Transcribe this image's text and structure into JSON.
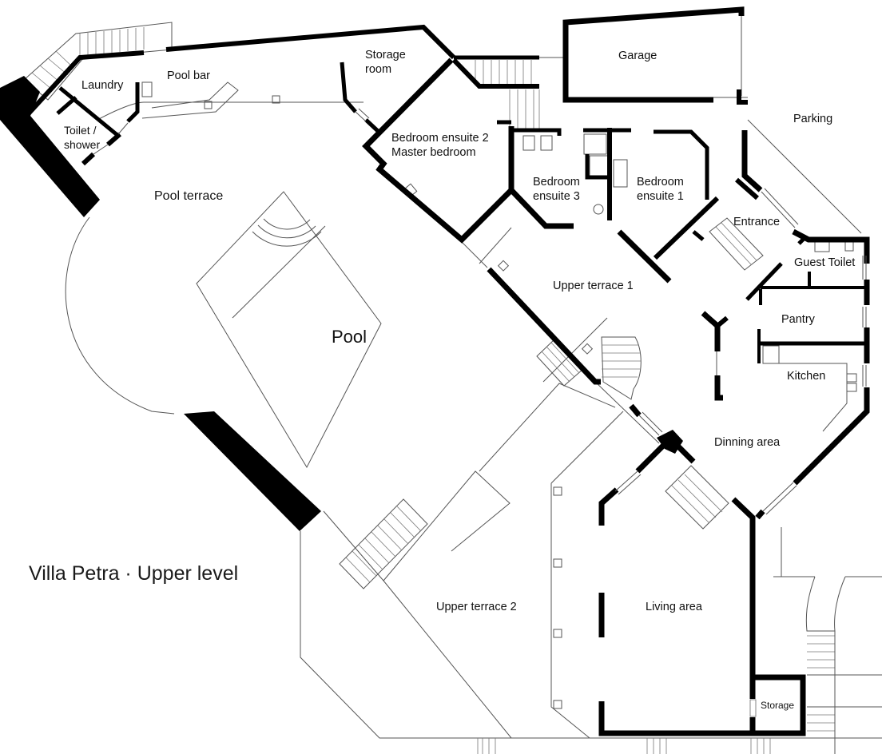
{
  "plan": {
    "title": "Villa Petra · Upper level",
    "level": "Upper level",
    "colors": {
      "wall": "#000000",
      "line": "#555555",
      "background": "#ffffff"
    }
  },
  "rooms": [
    {
      "id": "laundry",
      "label": "Laundry"
    },
    {
      "id": "pool-bar",
      "label": "Pool bar"
    },
    {
      "id": "toilet-shower",
      "label": "Toilet / shower",
      "line1": "Toilet /",
      "line2": "shower"
    },
    {
      "id": "storage-room",
      "label": "Storage room",
      "line1": "Storage",
      "line2": "room"
    },
    {
      "id": "garage",
      "label": "Garage"
    },
    {
      "id": "parking",
      "label": "Parking"
    },
    {
      "id": "bedroom-ensuite-2",
      "label": "Bedroom ensuite 2 Master bedroom",
      "line1": "Bedroom ensuite 2",
      "line2": "Master bedroom"
    },
    {
      "id": "bedroom-ensuite-3",
      "label": "Bedroom ensuite 3",
      "line1": "Bedroom",
      "line2": "ensuite 3"
    },
    {
      "id": "bedroom-ensuite-1",
      "label": "Bedroom ensuite 1",
      "line1": "Bedroom",
      "line2": "ensuite 1"
    },
    {
      "id": "entrance",
      "label": "Entrance"
    },
    {
      "id": "guest-toilet",
      "label": "Guest Toilet"
    },
    {
      "id": "pool-terrace",
      "label": "Pool terrace"
    },
    {
      "id": "pool",
      "label": "Pool"
    },
    {
      "id": "upper-terrace-1",
      "label": "Upper terrace 1"
    },
    {
      "id": "pantry",
      "label": "Pantry"
    },
    {
      "id": "kitchen",
      "label": "Kitchen"
    },
    {
      "id": "dinning-area",
      "label": "Dinning area"
    },
    {
      "id": "upper-terrace-2",
      "label": "Upper terrace 2"
    },
    {
      "id": "living-area",
      "label": "Living area"
    },
    {
      "id": "storage",
      "label": "Storage"
    }
  ]
}
